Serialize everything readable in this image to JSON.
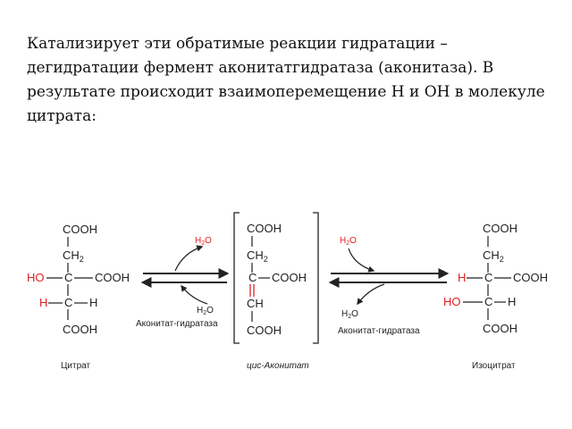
{
  "text": {
    "paragraph": "Катализирует эти обратимые реакции гидратации – дегидратации фермент аконитатгидратаза (аконитаза). В результате происходит взаимоперемещение  Н и ОН в молекуле цитрата:"
  },
  "molecules": {
    "citrate": {
      "cooh_top": "COOH",
      "ch2": "CH",
      "ch2_sub": "2",
      "c1": "C",
      "c2": "C",
      "cooh_right": "COOH",
      "ho": "HO",
      "h_left": "H",
      "h_right": "H",
      "cooh_bottom": "COOH",
      "caption": "Цитрат"
    },
    "cis_aconitate": {
      "cooh_top": "COOH",
      "ch2": "CH",
      "ch2_sub": "2",
      "c1": "C",
      "cooh_right": "COOH",
      "ch": "CH",
      "cooh_bottom": "COOH",
      "caption": "цис-Аконитат"
    },
    "isocitrate": {
      "cooh_top": "COOH",
      "ch2": "CH",
      "ch2_sub": "2",
      "c1": "C",
      "c2": "C",
      "h_left": "H",
      "cooh_right": "COOH",
      "ho": "HO",
      "h_right": "H",
      "cooh_bottom": "COOH",
      "caption": "Изоцитрат"
    }
  },
  "reactions": {
    "r1": {
      "water_out": "H",
      "water_out_sub": "2",
      "water_out_o": "O",
      "water_in": "H",
      "water_in_sub": "2",
      "water_in_o": "O",
      "enzyme": "Аконитат-гидратаза"
    },
    "r2": {
      "water_in": "H",
      "water_in_sub": "2",
      "water_in_o": "O",
      "water_out": "H",
      "water_out_sub": "2",
      "water_out_o": "O",
      "enzyme": "Аконитат-гидратаза"
    }
  },
  "colors": {
    "highlight": "#e02020",
    "ink": "#222222"
  }
}
